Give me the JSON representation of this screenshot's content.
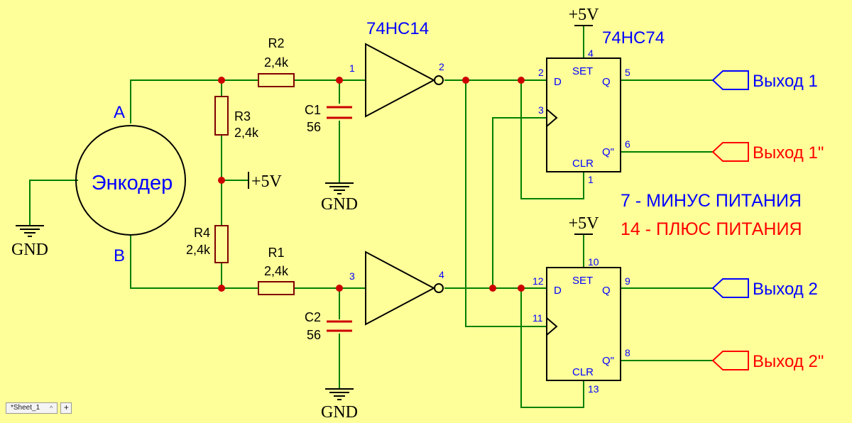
{
  "encoder": {
    "label": "Энкодер",
    "pin_a": "A",
    "pin_b": "B"
  },
  "resistors": {
    "r1": {
      "ref": "R1",
      "value": "2,4k"
    },
    "r2": {
      "ref": "R2",
      "value": "2,4k"
    },
    "r3": {
      "ref": "R3",
      "value": "2,4k"
    },
    "r4": {
      "ref": "R4",
      "value": "2,4k"
    }
  },
  "capacitors": {
    "c1": {
      "ref": "C1",
      "value": "56"
    },
    "c2": {
      "ref": "C2",
      "value": "56"
    }
  },
  "inverter": {
    "part": "74HC14",
    "pins": [
      "1",
      "2",
      "3",
      "4"
    ]
  },
  "flipflop": {
    "part": "74HC74",
    "top": {
      "pins": {
        "vcc": "4",
        "d": "2",
        "clk": "3",
        "q": "5",
        "qn": "6",
        "clr": "1"
      }
    },
    "bottom": {
      "pins": {
        "vcc": "10",
        "d": "12",
        "clk": "11",
        "q": "9",
        "qn": "8",
        "clr": "13"
      }
    },
    "labels": {
      "set": "SET",
      "d": "D",
      "q": "Q",
      "qn": "Q\"",
      "clr": "CLR"
    }
  },
  "power": {
    "vcc": "+5V",
    "gnd": "GND"
  },
  "outputs": [
    {
      "label": "Выход 1",
      "color": "#0000ff"
    },
    {
      "label": "Выход 1\"",
      "color": "#ff0000"
    },
    {
      "label": "Выход 2",
      "color": "#0000ff"
    },
    {
      "label": "Выход 2\"",
      "color": "#ff0000"
    }
  ],
  "notes": {
    "minus": {
      "text": "7 - МИНУС ПИТАНИЯ",
      "color": "#0000ff"
    },
    "plus": {
      "text": "14 - ПЛЮС ПИТАНИЯ",
      "color": "#ff0000"
    }
  },
  "colors": {
    "wire": "#008000",
    "component": "#800000",
    "capacitor": "#cc0000",
    "junction": "#cc0000",
    "label": "#0000ff",
    "background": "#ffff99"
  },
  "sheet": {
    "tab_label": "*Sheet_1",
    "add_label": "+"
  }
}
